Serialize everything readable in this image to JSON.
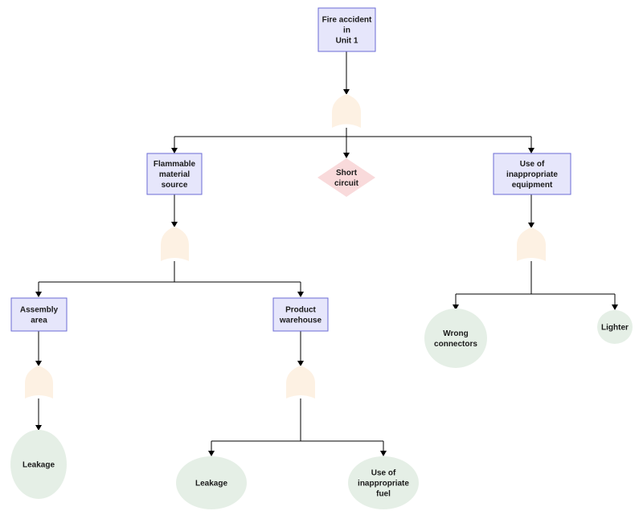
{
  "colors": {
    "event_fill": "#e6e6fb",
    "event_stroke": "#6b6bd6",
    "gate_fill": "#fdf1e3",
    "basic_fill": "#e5efe6",
    "undeveloped_fill": "#f9dadb",
    "line": "#000000"
  },
  "nodes": {
    "fire_accident": {
      "lines": [
        "Fire accident",
        "in",
        "Unit 1"
      ]
    },
    "flammable_source": {
      "lines": [
        "Flammable",
        "material",
        "source"
      ]
    },
    "short_circuit": {
      "lines": [
        "Short",
        "circuit"
      ]
    },
    "inappropriate_equipment": {
      "lines": [
        "Use of",
        "inappropriate",
        "equipment"
      ]
    },
    "assembly_area": {
      "lines": [
        "Assembly",
        "area"
      ]
    },
    "product_warehouse": {
      "lines": [
        "Product",
        "warehouse"
      ]
    },
    "leakage_assembly": {
      "lines": [
        "Leakage"
      ]
    },
    "leakage_warehouse": {
      "lines": [
        "Leakage"
      ]
    },
    "inappropriate_fuel": {
      "lines": [
        "Use of",
        "inappropriate",
        "fuel"
      ]
    },
    "wrong_connectors": {
      "lines": [
        "Wrong",
        "connectors"
      ]
    },
    "lighter": {
      "lines": [
        "Lighter"
      ]
    }
  }
}
